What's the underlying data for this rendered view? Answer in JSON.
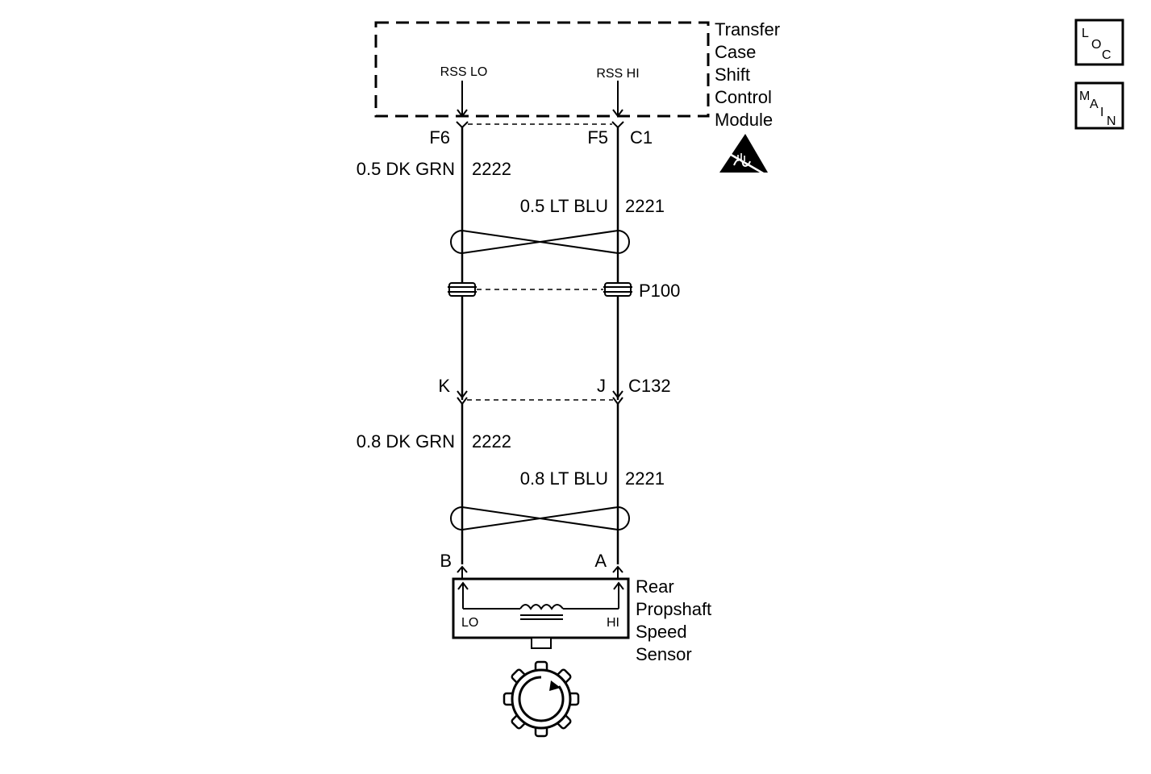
{
  "module": {
    "name_lines": [
      "Transfer",
      "Case",
      "Shift",
      "Control",
      "Module"
    ],
    "pin_lo": "RSS LO",
    "pin_hi": "RSS HI",
    "esd_symbol": "esd-sensitive-icon"
  },
  "connector_c1": {
    "left_pin": "F6",
    "right_pin": "F5",
    "name": "C1"
  },
  "upper_wires": {
    "left": {
      "label": "0.5 DK GRN",
      "circuit": "2222"
    },
    "right": {
      "label": "0.5 LT BLU",
      "circuit": "2221"
    }
  },
  "splice": {
    "name": "P100"
  },
  "connector_c132": {
    "left_pin": "K",
    "right_pin": "J",
    "name": "C132"
  },
  "lower_wires": {
    "left": {
      "label": "0.8 DK GRN",
      "circuit": "2222"
    },
    "right": {
      "label": "0.8 LT BLU",
      "circuit": "2221"
    }
  },
  "sensor": {
    "left_pin": "B",
    "right_pin": "A",
    "name_lines": [
      "Rear",
      "Propshaft",
      "Speed",
      "Sensor"
    ],
    "lo_label": "LO",
    "hi_label": "HI",
    "reluctor_icon": "reluctor-wheel-icon"
  },
  "nav": {
    "loc_letters": [
      "L",
      "O",
      "C"
    ],
    "main_letters": [
      "M",
      "A",
      "I",
      "N"
    ]
  }
}
